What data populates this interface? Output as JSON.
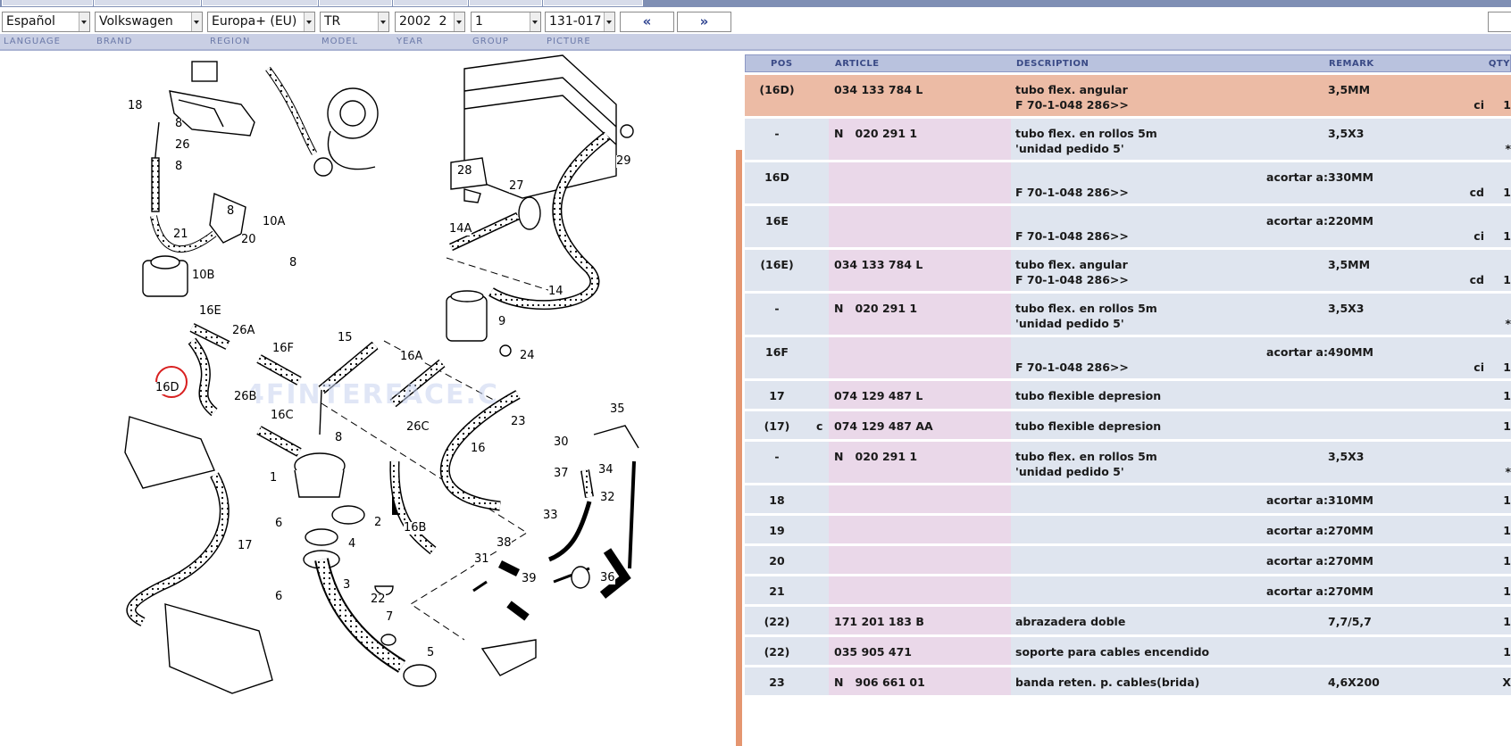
{
  "filters": {
    "language": "Español",
    "brand": "Volkswagen",
    "region": "Europa+ (EU)",
    "model": "TR",
    "year": "2002  2",
    "group": "1",
    "picture": "131-017"
  },
  "filter_labels": {
    "language": "LANGUAGE",
    "brand": "BRAND",
    "region": "REGION",
    "model": "MODEL",
    "year": "YEAR",
    "group": "GROUP",
    "picture": "PICTURE"
  },
  "nav": {
    "prev": "«",
    "next": "»"
  },
  "watermark": "4FINTERFACE.C",
  "diagram_labels": [
    "18",
    "8",
    "26",
    "8",
    "21",
    "8",
    "20",
    "10A",
    "8",
    "28",
    "27",
    "29",
    "14A",
    "14",
    "10B",
    "16E",
    "26A",
    "16F",
    "15",
    "9",
    "24",
    "16A",
    "16D",
    "26B",
    "16C",
    "8",
    "26C",
    "23",
    "16",
    "35",
    "30",
    "37",
    "34",
    "1",
    "6",
    "2",
    "4",
    "17",
    "16B",
    "38",
    "32",
    "33",
    "31",
    "39",
    "6",
    "3",
    "22",
    "7",
    "36",
    "5"
  ],
  "table": {
    "headers": {
      "pos": "POS",
      "article": "ARTICLE",
      "description": "DESCRIPTION",
      "remark": "REMARK",
      "qty": "QTY"
    },
    "rows": [
      {
        "pos": "(16D)",
        "c": "",
        "article": "034 133 784 L",
        "desc": "tubo flex. angular",
        "desc2": "F 70-1-048 286>>",
        "shorten": "",
        "remark": "3,5MM",
        "side": "ci",
        "qty": "1",
        "highlight": true
      },
      {
        "pos": "-",
        "c": "",
        "article": "N   020 291 1",
        "desc": "tubo flex. en rollos 5m",
        "desc2": "'unidad pedido 5'",
        "shorten": "",
        "remark": "3,5X3",
        "side": "",
        "qty": "*",
        "highlight": false
      },
      {
        "pos": "16D",
        "c": "",
        "article": "",
        "desc": "",
        "desc2": "F 70-1-048 286>>",
        "shorten": "acortar a:",
        "remark": "330MM",
        "side": "cd",
        "qty": "1",
        "highlight": false
      },
      {
        "pos": "16E",
        "c": "",
        "article": "",
        "desc": "",
        "desc2": "F 70-1-048 286>>",
        "shorten": "acortar a:",
        "remark": "220MM",
        "side": "ci",
        "qty": "1",
        "highlight": false
      },
      {
        "pos": "(16E)",
        "c": "",
        "article": "034 133 784 L",
        "desc": "tubo flex. angular",
        "desc2": "F 70-1-048 286>>",
        "shorten": "",
        "remark": "3,5MM",
        "side": "cd",
        "qty": "1",
        "highlight": false
      },
      {
        "pos": "-",
        "c": "",
        "article": "N   020 291 1",
        "desc": "tubo flex. en rollos 5m",
        "desc2": "'unidad pedido 5'",
        "shorten": "",
        "remark": "3,5X3",
        "side": "",
        "qty": "*",
        "highlight": false
      },
      {
        "pos": "16F",
        "c": "",
        "article": "",
        "desc": "",
        "desc2": "F 70-1-048 286>>",
        "shorten": "acortar a:",
        "remark": "490MM",
        "side": "ci",
        "qty": "1",
        "highlight": false
      },
      {
        "pos": "17",
        "c": "",
        "article": "074 129 487 L",
        "desc": "tubo flexible depresion",
        "desc2": "",
        "shorten": "",
        "remark": "",
        "side": "",
        "qty": "1",
        "highlight": false
      },
      {
        "pos": "(17)",
        "c": "c",
        "article": "074 129 487 AA",
        "desc": "tubo flexible depresion",
        "desc2": "",
        "shorten": "",
        "remark": "",
        "side": "",
        "qty": "1",
        "highlight": false
      },
      {
        "pos": "-",
        "c": "",
        "article": "N   020 291 1",
        "desc": "tubo flex. en rollos 5m",
        "desc2": "'unidad pedido 5'",
        "shorten": "",
        "remark": "3,5X3",
        "side": "",
        "qty": "*",
        "highlight": false
      },
      {
        "pos": "18",
        "c": "",
        "article": "",
        "desc": "",
        "desc2": "",
        "shorten": "acortar a:",
        "remark": "310MM",
        "side": "",
        "qty": "1",
        "highlight": false
      },
      {
        "pos": "19",
        "c": "",
        "article": "",
        "desc": "",
        "desc2": "",
        "shorten": "acortar a:",
        "remark": "270MM",
        "side": "",
        "qty": "1",
        "highlight": false
      },
      {
        "pos": "20",
        "c": "",
        "article": "",
        "desc": "",
        "desc2": "",
        "shorten": "acortar a:",
        "remark": "270MM",
        "side": "",
        "qty": "1",
        "highlight": false
      },
      {
        "pos": "21",
        "c": "",
        "article": "",
        "desc": "",
        "desc2": "",
        "shorten": "acortar a:",
        "remark": "270MM",
        "side": "",
        "qty": "1",
        "highlight": false
      },
      {
        "pos": "(22)",
        "c": "",
        "article": "171 201 183 B",
        "desc": "abrazadera doble",
        "desc2": "",
        "shorten": "",
        "remark": "7,7/5,7",
        "side": "",
        "qty": "1",
        "highlight": false
      },
      {
        "pos": "(22)",
        "c": "",
        "article": "035 905 471",
        "desc": "soporte para cables encendido",
        "desc2": "",
        "shorten": "",
        "remark": "",
        "side": "",
        "qty": "1",
        "highlight": false
      },
      {
        "pos": "23",
        "c": "",
        "article": "N   906 661 01",
        "desc": "banda reten. p. cables(brida)",
        "desc2": "",
        "shorten": "",
        "remark": "4,6X200",
        "side": "",
        "qty": "X",
        "highlight": false
      }
    ]
  }
}
